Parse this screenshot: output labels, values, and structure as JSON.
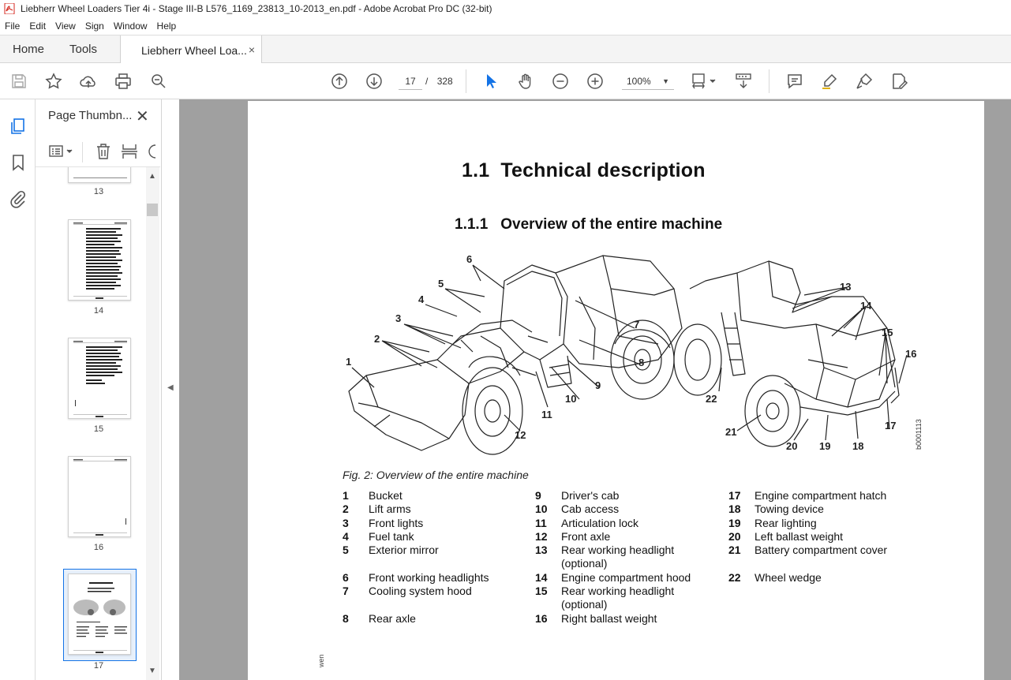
{
  "window": {
    "title": "Liebherr Wheel Loaders Tier 4i - Stage III-B L576_1169_23813_10-2013_en.pdf - Adobe Acrobat Pro DC (32-bit)"
  },
  "menu": [
    "File",
    "Edit",
    "View",
    "Sign",
    "Window",
    "Help"
  ],
  "tabs": {
    "home": "Home",
    "tools": "Tools",
    "document": "Liebherr Wheel Loa...",
    "close": "×"
  },
  "toolbar": {
    "current_page": "17",
    "separator": "/",
    "total_pages": "328",
    "zoom": "100%"
  },
  "thumbnails_panel": {
    "title": "Page Thumbn...",
    "close": "✕",
    "pages": [
      {
        "label": "13"
      },
      {
        "label": "14"
      },
      {
        "label": "15"
      },
      {
        "label": "16"
      },
      {
        "label": "17",
        "selected": true
      }
    ]
  },
  "document": {
    "section_number": "1.1",
    "section_title": "Technical description",
    "subsection_number": "1.1.1",
    "subsection_title": "Overview of the entire machine",
    "figure_callouts_left": [
      "1",
      "2",
      "3",
      "4",
      "5",
      "6",
      "7",
      "8",
      "9",
      "10",
      "11",
      "12"
    ],
    "figure_callouts_right": [
      "13",
      "14",
      "15",
      "16",
      "17",
      "18",
      "19",
      "20",
      "21",
      "22"
    ],
    "figure_id": "b0001113",
    "figure_caption": "Fig. 2: Overview of the entire machine",
    "legend": {
      "col1": [
        {
          "num": "1",
          "text": "Bucket"
        },
        {
          "num": "2",
          "text": "Lift arms"
        },
        {
          "num": "3",
          "text": "Front lights"
        },
        {
          "num": "4",
          "text": "Fuel tank"
        },
        {
          "num": "5",
          "text": "Exterior mirror"
        },
        {
          "num": "6",
          "text": "Front working headlights"
        },
        {
          "num": "7",
          "text": "Cooling system hood"
        },
        {
          "num": "8",
          "text": "Rear axle"
        }
      ],
      "col2": [
        {
          "num": "9",
          "text": "Driver's cab"
        },
        {
          "num": "10",
          "text": "Cab access"
        },
        {
          "num": "11",
          "text": "Articulation lock"
        },
        {
          "num": "12",
          "text": "Front axle"
        },
        {
          "num": "13",
          "text": "Rear working headlight (optional)"
        },
        {
          "num": "14",
          "text": "Engine compartment hood"
        },
        {
          "num": "15",
          "text": "Rear working headlight (optional)"
        },
        {
          "num": "16",
          "text": "Right ballast weight"
        }
      ],
      "col3": [
        {
          "num": "17",
          "text": "Engine compartment hatch"
        },
        {
          "num": "18",
          "text": "Towing device"
        },
        {
          "num": "19",
          "text": "Rear lighting"
        },
        {
          "num": "20",
          "text": "Left ballast weight"
        },
        {
          "num": "21",
          "text": "Battery compartment cover"
        },
        {
          "num": "22",
          "text": "Wheel wedge"
        }
      ]
    },
    "margin_mark": "wen"
  }
}
